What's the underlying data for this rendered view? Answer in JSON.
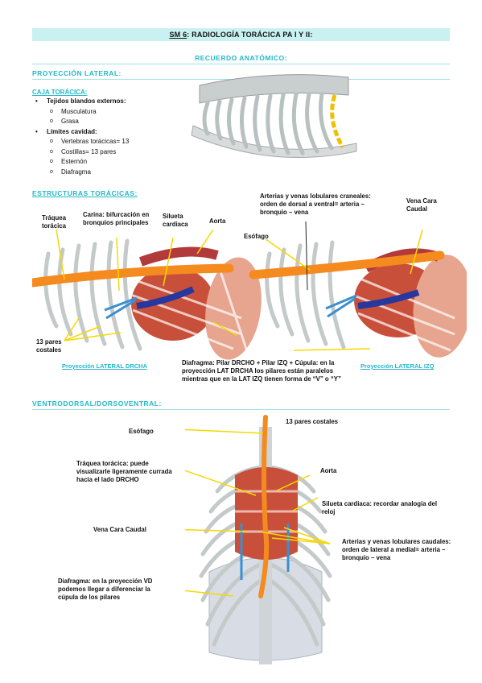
{
  "title": {
    "prefix": "SM 6",
    "rest": ": RADIOLOGÍA TORÁCICA PA I Y II:"
  },
  "recuerdo": "RECUERDO ANATÓMICO:",
  "lateral_heading": "PROYECCIÓN LATERAL:",
  "caja_heading": "CAJA TORÁCICA:",
  "caja_list": {
    "soft_title": "Tejidos blandos externos:",
    "soft_items": [
      "Musculatura",
      "Grasa"
    ],
    "limits_title": "Límites cavidad:",
    "limits_items": [
      "Vertebras torácicas= 13",
      "Costillas= 13 pares",
      "Esternón",
      "Diafragma"
    ]
  },
  "estructuras_heading": "ESTRUCTURAS TORÁCICAS:",
  "lateral_labels": {
    "traquea": "Tráquea torácica",
    "carina": "Carina: bifurcación en bronquios principales",
    "silueta": "Silueta cardiaca",
    "aorta": "Aorta",
    "esofago": "Esófago",
    "arterias": "Arterias y venas lobulares craneales: orden de dorsal a ventral= arteria – bronquio – vena",
    "vena_cava": "Vena Cara Caudal",
    "costales": "13 pares costales",
    "diafragma": "Diafragma: Pilar DRCHO + Pilar IZQ + Cúpula: en la proyección LAT DRCHA los pilares están paralelos mientras que en la LAT IZQ tienen forma de “V” o “Y”",
    "cap_drcha": "Proyección LATERAL DRCHA",
    "cap_izq": "Proyección LATERAL IZQ"
  },
  "vd_heading": "VENTRODORSAL/DORSOVENTRAL:",
  "vd_labels": {
    "costales": "13 pares costales",
    "esofago": "Esófago",
    "traquea": "Tráquea torácica: puede visualizarle ligeramente currada hacia el lado DRCHO",
    "aorta": "Aorta",
    "silueta": "Silueta cardiaca: recordar analogía del reloj",
    "vena_cava": "Vena Cara Caudal",
    "arterias": "Arterias y venas lobulares caudales: orden de lateral a medial= arteria – bronquio – vena",
    "diafragma": "Diafragma: en la proyección VD podemos llegar a diferenciar la cúpula de los pilares"
  },
  "colors": {
    "accent": "#22b8c8",
    "title_bg": "#c9f1f1",
    "esophagus": "#f58a1f",
    "heart": "#c8503a",
    "pointer": "#f5d800"
  }
}
